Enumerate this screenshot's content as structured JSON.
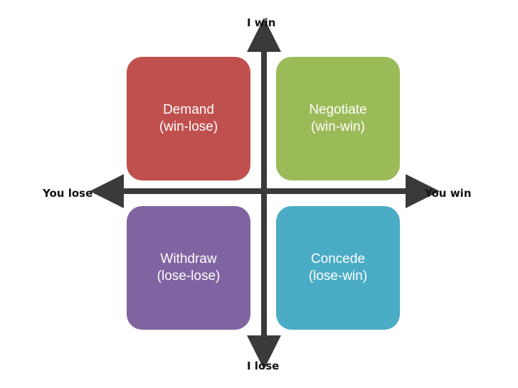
{
  "axes": {
    "top": "I win",
    "bottom": "I lose",
    "left": "You lose",
    "right": "You win",
    "color": "#3a3a3a"
  },
  "quadrants": {
    "top_left": {
      "line1": "Demand",
      "line2": "(win-lose)",
      "color": "#c0504d"
    },
    "top_right": {
      "line1": "Negotiate",
      "line2": "(win-win)",
      "color": "#9bbb59"
    },
    "bottom_left": {
      "line1": "Withdraw",
      "line2": "(lose-lose)",
      "color": "#8064a2"
    },
    "bottom_right": {
      "line1": "Concede",
      "line2": "(lose-win)",
      "color": "#4bacc6"
    }
  }
}
